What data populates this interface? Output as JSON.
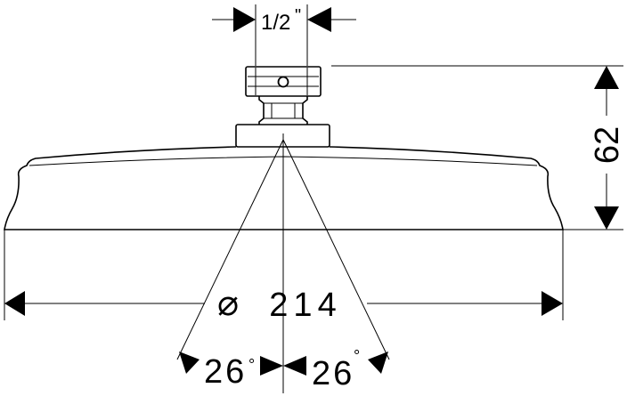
{
  "dimensions": {
    "thread_size": {
      "value": "1/2",
      "unit_mark": "\""
    },
    "height": {
      "value": "62"
    },
    "diameter": {
      "symbol": "⌀",
      "value": "214"
    },
    "angle_left": {
      "value": "26",
      "unit": "°"
    },
    "angle_right": {
      "value": "26",
      "unit": "°"
    }
  }
}
